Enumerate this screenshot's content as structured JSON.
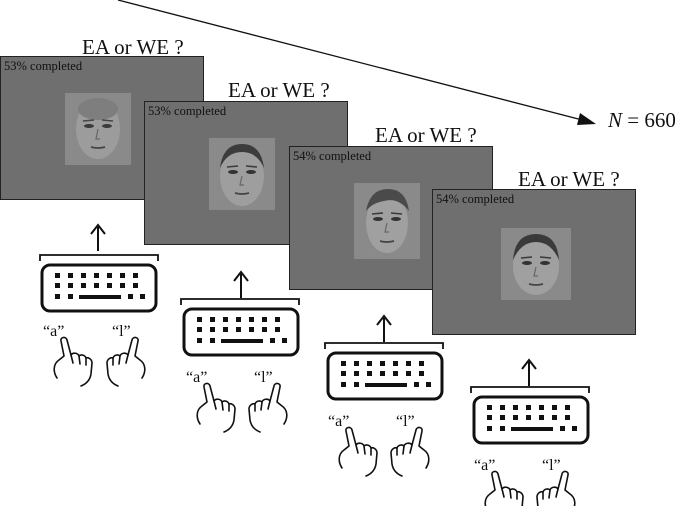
{
  "trials": [
    {
      "question": "EA or WE ?",
      "progress": "53% completed",
      "left_key": "“a”",
      "right_key": "“l”"
    },
    {
      "question": "EA or WE ?",
      "progress": "53% completed",
      "left_key": "“a”",
      "right_key": "“l”"
    },
    {
      "question": "EA or WE ?",
      "progress": "54% completed",
      "left_key": "“a”",
      "right_key": "“l”"
    },
    {
      "question": "EA or WE ?",
      "progress": "54% completed",
      "left_key": "“a”",
      "right_key": "“l”"
    }
  ],
  "sample_size": {
    "symbol": "N",
    "equals": " = ",
    "value": "660"
  },
  "colors": {
    "screen": "#6f6f6f",
    "outline": "#111111",
    "background": "#ffffff"
  },
  "icons": [
    "keyboard-icon",
    "pointing-hand-icon",
    "up-arrow-icon",
    "face-stimulus-image"
  ]
}
